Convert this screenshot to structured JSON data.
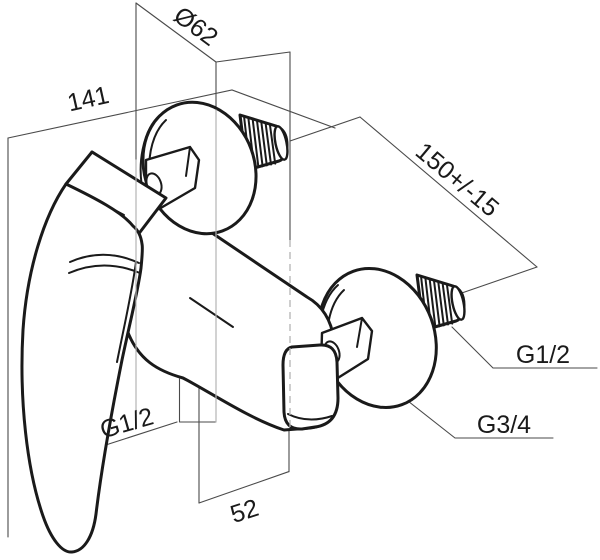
{
  "drawing": {
    "labels": {
      "escutcheon_diameter": "Ø62",
      "body_width": "141",
      "connection_distance": "150+/-15",
      "wall_connection_thread": "G1/2",
      "union_nut_thread": "G3/4",
      "shower_outlet_thread": "G1/2",
      "body_depth": "52"
    },
    "colors": {
      "line": "#1a1a1a",
      "construction": "#4a4a4a",
      "hidden": "#b3b3b3",
      "background": "#ffffff"
    }
  }
}
